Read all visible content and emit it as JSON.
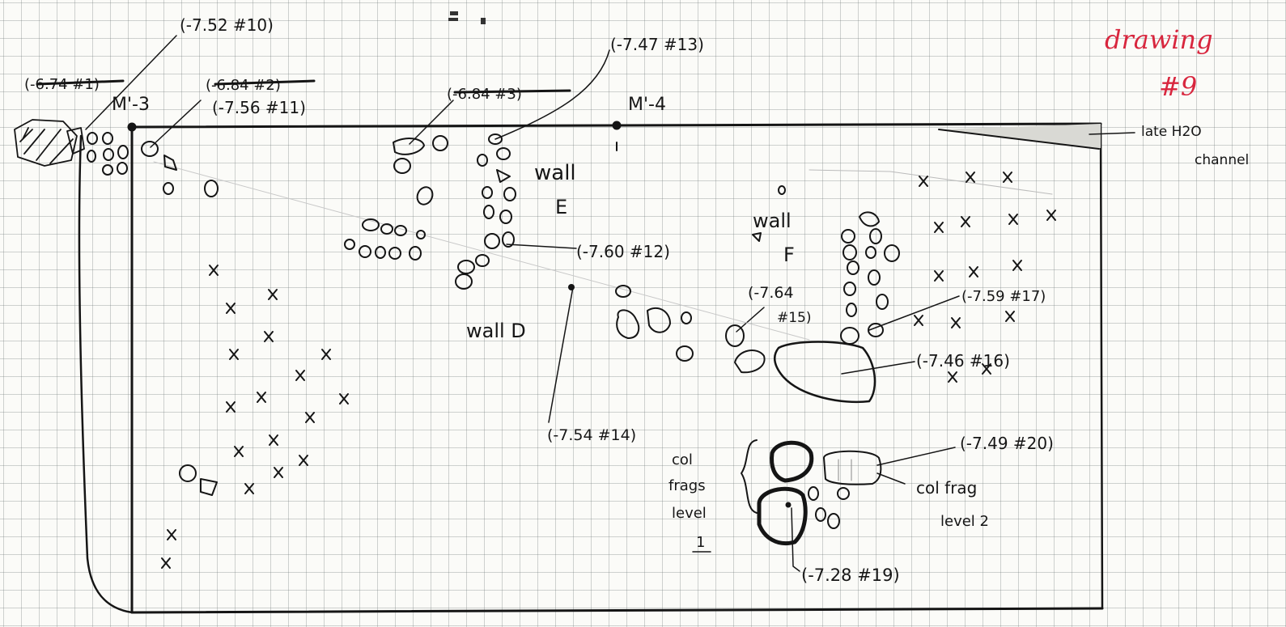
{
  "title": {
    "line1": "drawing",
    "line2": "#9",
    "color": "#d8263e"
  },
  "datums": {
    "left": "M'-3",
    "right": "M'-4"
  },
  "channel_label": {
    "line1": "late H2O",
    "line2": "channel"
  },
  "walls": {
    "e": {
      "line1": "wall",
      "line2": "E"
    },
    "f": {
      "line1": "wall",
      "line2": "F"
    },
    "d": "wall D"
  },
  "elevations": {
    "e10": "(-7.52 #10)",
    "e1_struck": "(-6.74 #1)",
    "e2_struck": "(-6.84 #2)",
    "e11": "(-7.56 #11)",
    "e3_struck": "(-6.84 #3)",
    "e13": "(-7.47 #13)",
    "e12": "(-7.60 #12)",
    "e15_a": "(-7.64",
    "e15_b": "#15)",
    "e17": "(-7.59 #17)",
    "e16": "(-7.46 #16)",
    "e14": "(-7.54 #14)",
    "e20": "(-7.49 #20)",
    "e19": "(-7.28 #19)"
  },
  "col_frags_1": {
    "l1": "col",
    "l2": "frags",
    "l3": "level",
    "l4": "1"
  },
  "col_frag_2": {
    "l1": "col frag",
    "l2": "level 2"
  },
  "ink_color": "#151515"
}
